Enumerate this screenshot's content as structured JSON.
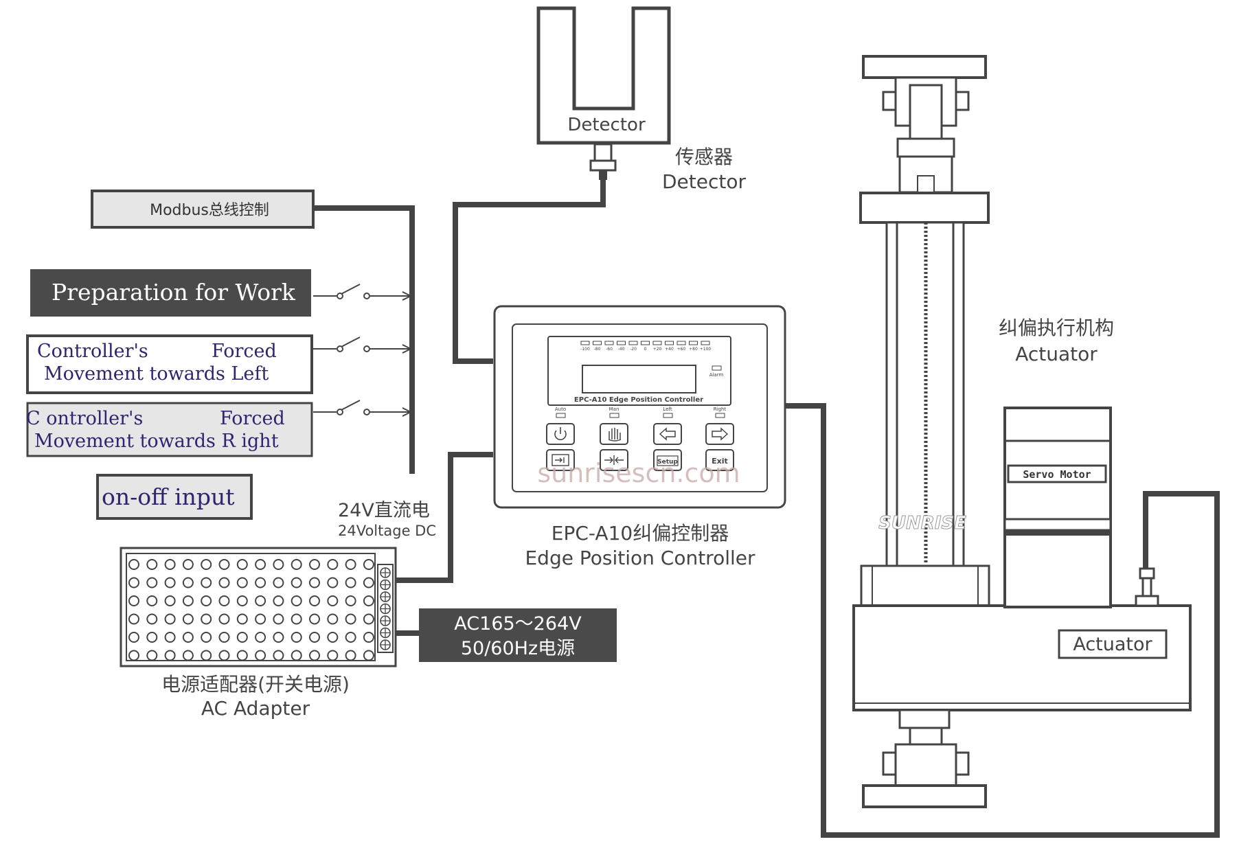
{
  "colors": {
    "line": "#444444",
    "dark_box": "#4a4a4a",
    "light_box": "#e6e6e6",
    "purple_text": "#2e2470",
    "watermark": "#c9a9a9"
  },
  "inputs": {
    "modbus": "Modbus总线控制",
    "preparation": "Preparation for Work",
    "left_line1_a": "Controller's",
    "left_line1_b": "Forced",
    "left_line2": "Movement towards Left",
    "right_line1_a": "C ontroller's",
    "right_line1_b": "Forced",
    "right_line2": "Movement towards R   ight",
    "onoff": "on-off  input"
  },
  "detector": {
    "label_on_device": "Detector",
    "label_cn": "传感器",
    "label_en": "Detector"
  },
  "power": {
    "dc_cn": "24V直流电",
    "dc_en": "24Voltage DC",
    "ac_line1": "AC165～264V",
    "ac_line2": "50/60Hz电源",
    "adapter_cn": "电源适配器(开关电源)",
    "adapter_en": "AC Adapter"
  },
  "controller": {
    "scale": [
      "-100",
      "-80",
      "-60",
      "-40",
      "-20",
      "0",
      "+20",
      "+40",
      "+60",
      "+80",
      "+100"
    ],
    "alarm": "Alarm",
    "model": "EPC-A10   Edge Position Controller",
    "indicators": [
      "Auto",
      "Man",
      "Left",
      "Right"
    ],
    "setup_label": "Setup",
    "exit_label": "Exit",
    "caption_cn": "EPC-A10纠偏控制器",
    "caption_en": "Edge Position Controller",
    "watermark": "sunrisescn.com"
  },
  "actuator": {
    "label_cn": "纠偏执行机构",
    "label_en": "Actuator",
    "servo_label": "Servo Motor",
    "body_label": "Actuator",
    "logo_text": "SUNRISE"
  }
}
